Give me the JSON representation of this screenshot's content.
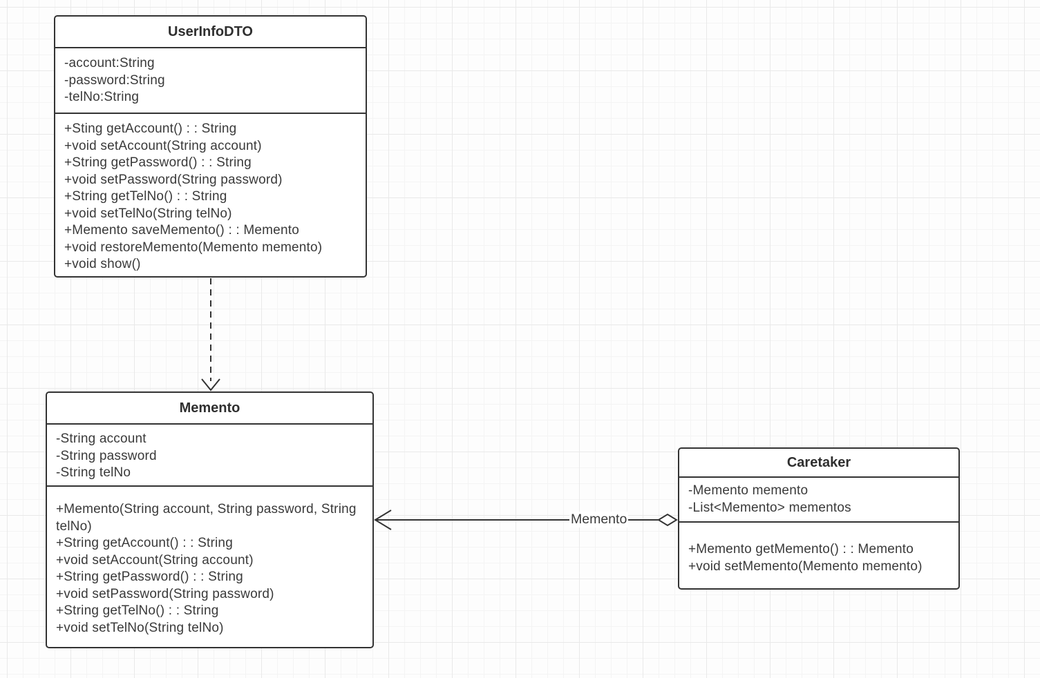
{
  "diagram": {
    "type": "uml-class-diagram",
    "colors": {
      "border": "#333333",
      "text": "#3a3a3a",
      "box_background": "#ffffff",
      "canvas_background": "#fdfdfd",
      "grid_minor": "#f4f4f4",
      "grid_major": "#e9e9e9"
    },
    "classes": [
      {
        "name": "UserInfoDTO",
        "attributes": [
          "-account:String",
          "-password:String",
          "-telNo:String"
        ],
        "methods": [
          "+Sting getAccount() : : String",
          "+void setAccount(String account)",
          "+String getPassword() : : String",
          "+void setPassword(String password)",
          "+String getTelNo() : : String",
          "+void setTelNo(String telNo)",
          "+Memento saveMemento() : : Memento",
          "+void restoreMemento(Memento memento)",
          "+void show()"
        ]
      },
      {
        "name": "Memento",
        "attributes": [
          "-String account",
          "-String password",
          "-String telNo"
        ],
        "methods": [
          "+Memento(String account, String password, String telNo)",
          "+String getAccount() : : String",
          "+void setAccount(String account)",
          "+String getPassword() : : String",
          "+void setPassword(String password)",
          "+String getTelNo() : : String",
          "+void setTelNo(String telNo)"
        ]
      },
      {
        "name": "Caretaker",
        "attributes": [
          "-Memento memento",
          "-List<Memento> mementos"
        ],
        "methods": [
          "+Memento getMemento() : : Memento",
          "+void setMemento(Memento memento)"
        ]
      }
    ],
    "relationships": [
      {
        "type": "dependency",
        "from": "UserInfoDTO",
        "to": "Memento",
        "label": ""
      },
      {
        "type": "aggregation",
        "from": "Caretaker",
        "to": "Memento",
        "label": "Memento"
      }
    ]
  }
}
